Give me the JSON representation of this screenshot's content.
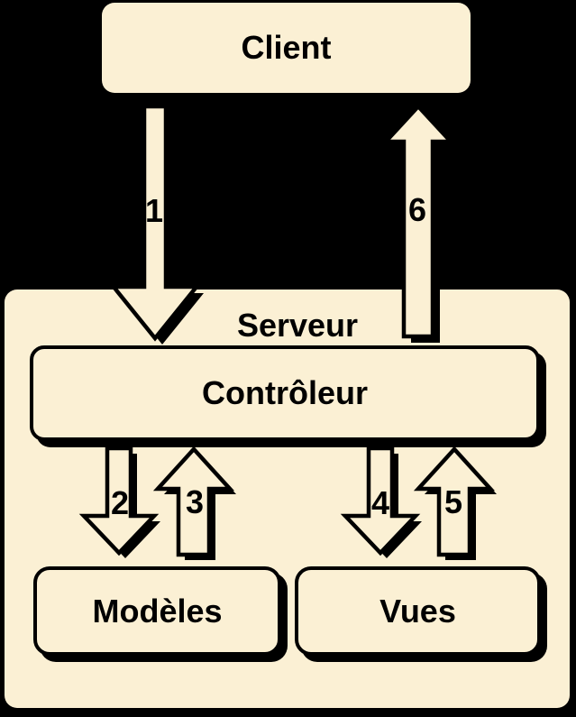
{
  "diagram": {
    "colors": {
      "background": "#000000",
      "box_fill": "#FBF0D4",
      "outline": "#000000",
      "text": "#000000"
    },
    "nodes": {
      "client": {
        "label": "Client"
      },
      "serveur": {
        "label": "Serveur"
      },
      "controleur": {
        "label": "Contrôleur"
      },
      "modeles": {
        "label": "Modèles"
      },
      "vues": {
        "label": "Vues"
      }
    },
    "arrows": [
      {
        "number": "1",
        "direction": "down",
        "from": "Client",
        "to": "Contrôleur"
      },
      {
        "number": "2",
        "direction": "down",
        "from": "Contrôleur",
        "to": "Modèles"
      },
      {
        "number": "3",
        "direction": "up",
        "from": "Modèles",
        "to": "Contrôleur"
      },
      {
        "number": "4",
        "direction": "down",
        "from": "Contrôleur",
        "to": "Vues"
      },
      {
        "number": "5",
        "direction": "up",
        "from": "Vues",
        "to": "Contrôleur"
      },
      {
        "number": "6",
        "direction": "up",
        "from": "Contrôleur",
        "to": "Client"
      }
    ]
  }
}
